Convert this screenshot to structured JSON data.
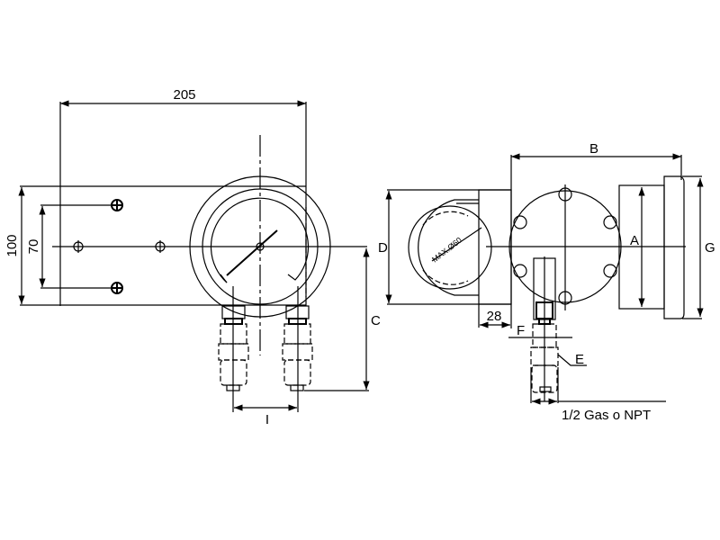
{
  "drawing": {
    "front_view": {
      "width_dim": "205",
      "height_dim": "100",
      "bolt_spacing_dim": "70",
      "c_label": "C",
      "i_label": "I"
    },
    "side_view": {
      "b_label": "B",
      "d_label": "D",
      "a_label": "A",
      "g_label": "G",
      "depth_dim": "28",
      "f_label": "F",
      "e_label": "E",
      "dial_text": "MAX.Ø60",
      "connection_label": "1/2 Gas o NPT"
    }
  }
}
